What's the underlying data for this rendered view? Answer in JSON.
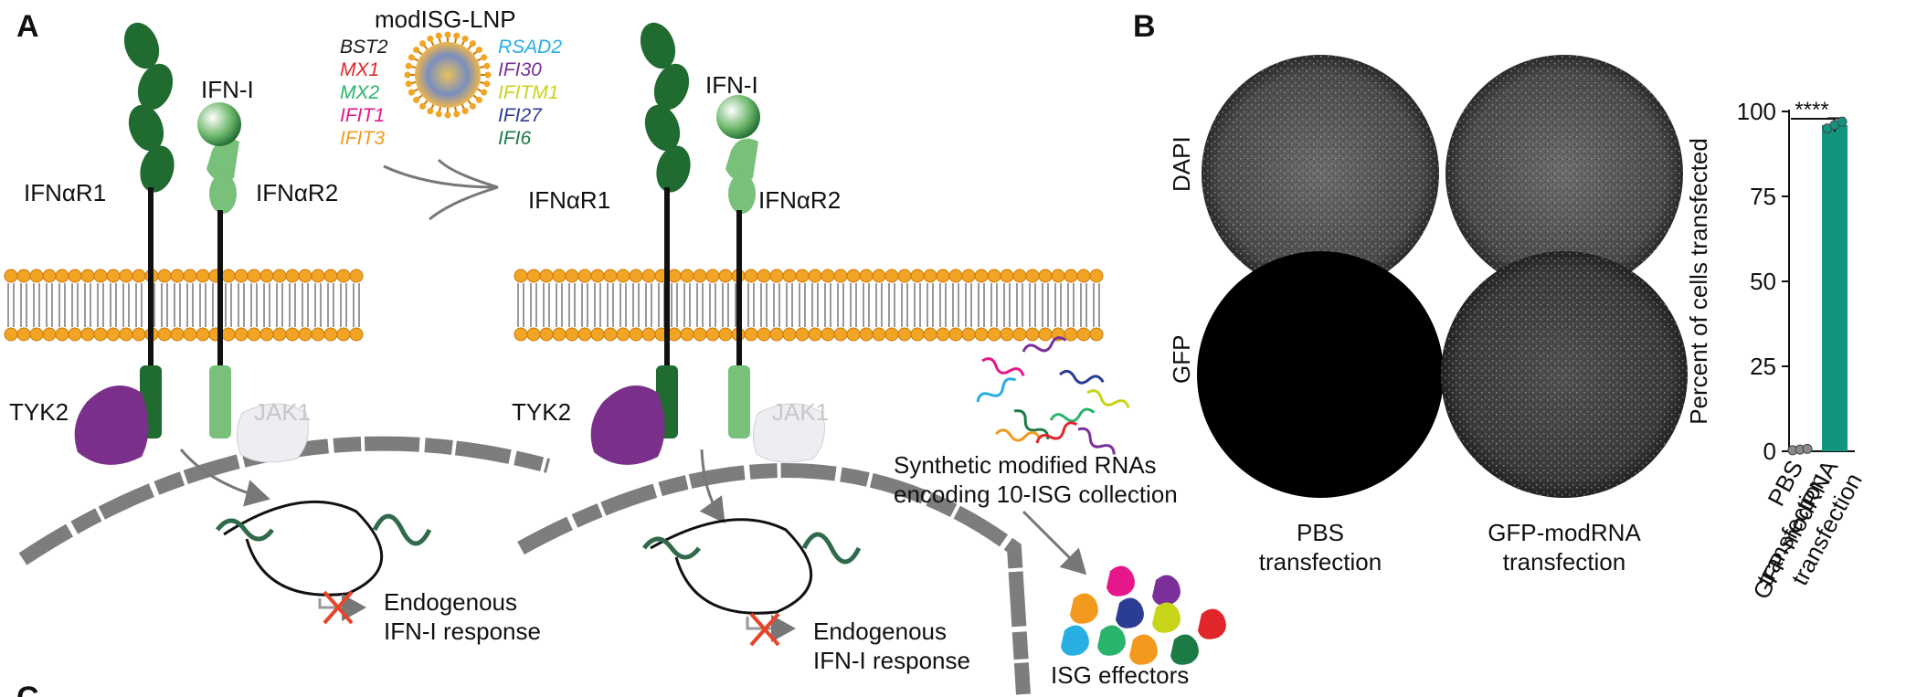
{
  "panels": {
    "a": {
      "letter": "A",
      "ligand": "IFN-I",
      "receptor1": "IFNαR1",
      "receptor2": "IFNαR2",
      "kinase1": "TYK2",
      "kinase2": "JAK1",
      "lnp_title": "modISG-LNP",
      "isg_left": [
        {
          "name": "BST2",
          "color": "#1a1a1a"
        },
        {
          "name": "MX1",
          "color": "#e0262a"
        },
        {
          "name": "MX2",
          "color": "#29b36b"
        },
        {
          "name": "IFIT1",
          "color": "#e5178a"
        },
        {
          "name": "IFIT3",
          "color": "#f39a1e"
        }
      ],
      "isg_right": [
        {
          "name": "RSAD2",
          "color": "#27aee3"
        },
        {
          "name": "IFI30",
          "color": "#7a2f9a"
        },
        {
          "name": "IFITM1",
          "color": "#c8d418"
        },
        {
          "name": "IFI27",
          "color": "#2b3d93"
        },
        {
          "name": "IFI6",
          "color": "#1c7a45"
        }
      ],
      "response_line1": "Endogenous",
      "response_line2": "IFN-I response",
      "synthetic_line1": "Synthetic modified RNAs",
      "synthetic_line2": "encoding 10-ISG collection",
      "effectors": "ISG effectors",
      "next_panel_letter": "C"
    },
    "b": {
      "letter": "B",
      "row_labels": [
        "DAPI",
        "GFP"
      ],
      "col_labels": [
        {
          "line1": "PBS",
          "line2": "transfection"
        },
        {
          "line1": "GFP-modRNA",
          "line2": "transfection"
        }
      ]
    }
  },
  "chart_data": {
    "type": "bar",
    "categories": [
      "PBS transfection",
      "GFP-modRNA transfection"
    ],
    "category_lines": [
      [
        "PBS",
        "transfection"
      ],
      [
        "GFP-modRNA",
        "transfection"
      ]
    ],
    "values": [
      0.5,
      96
    ],
    "error": [
      0,
      2
    ],
    "points": [
      [
        0.3,
        0.5,
        0.7
      ],
      [
        95,
        96,
        97
      ]
    ],
    "ylabel": "Percent of cells transfected",
    "ylim": [
      0,
      100
    ],
    "yticks": [
      0,
      25,
      50,
      75,
      100
    ],
    "significance": "****",
    "bar_color": "#12957f",
    "point_color": "#8a8a8a"
  }
}
